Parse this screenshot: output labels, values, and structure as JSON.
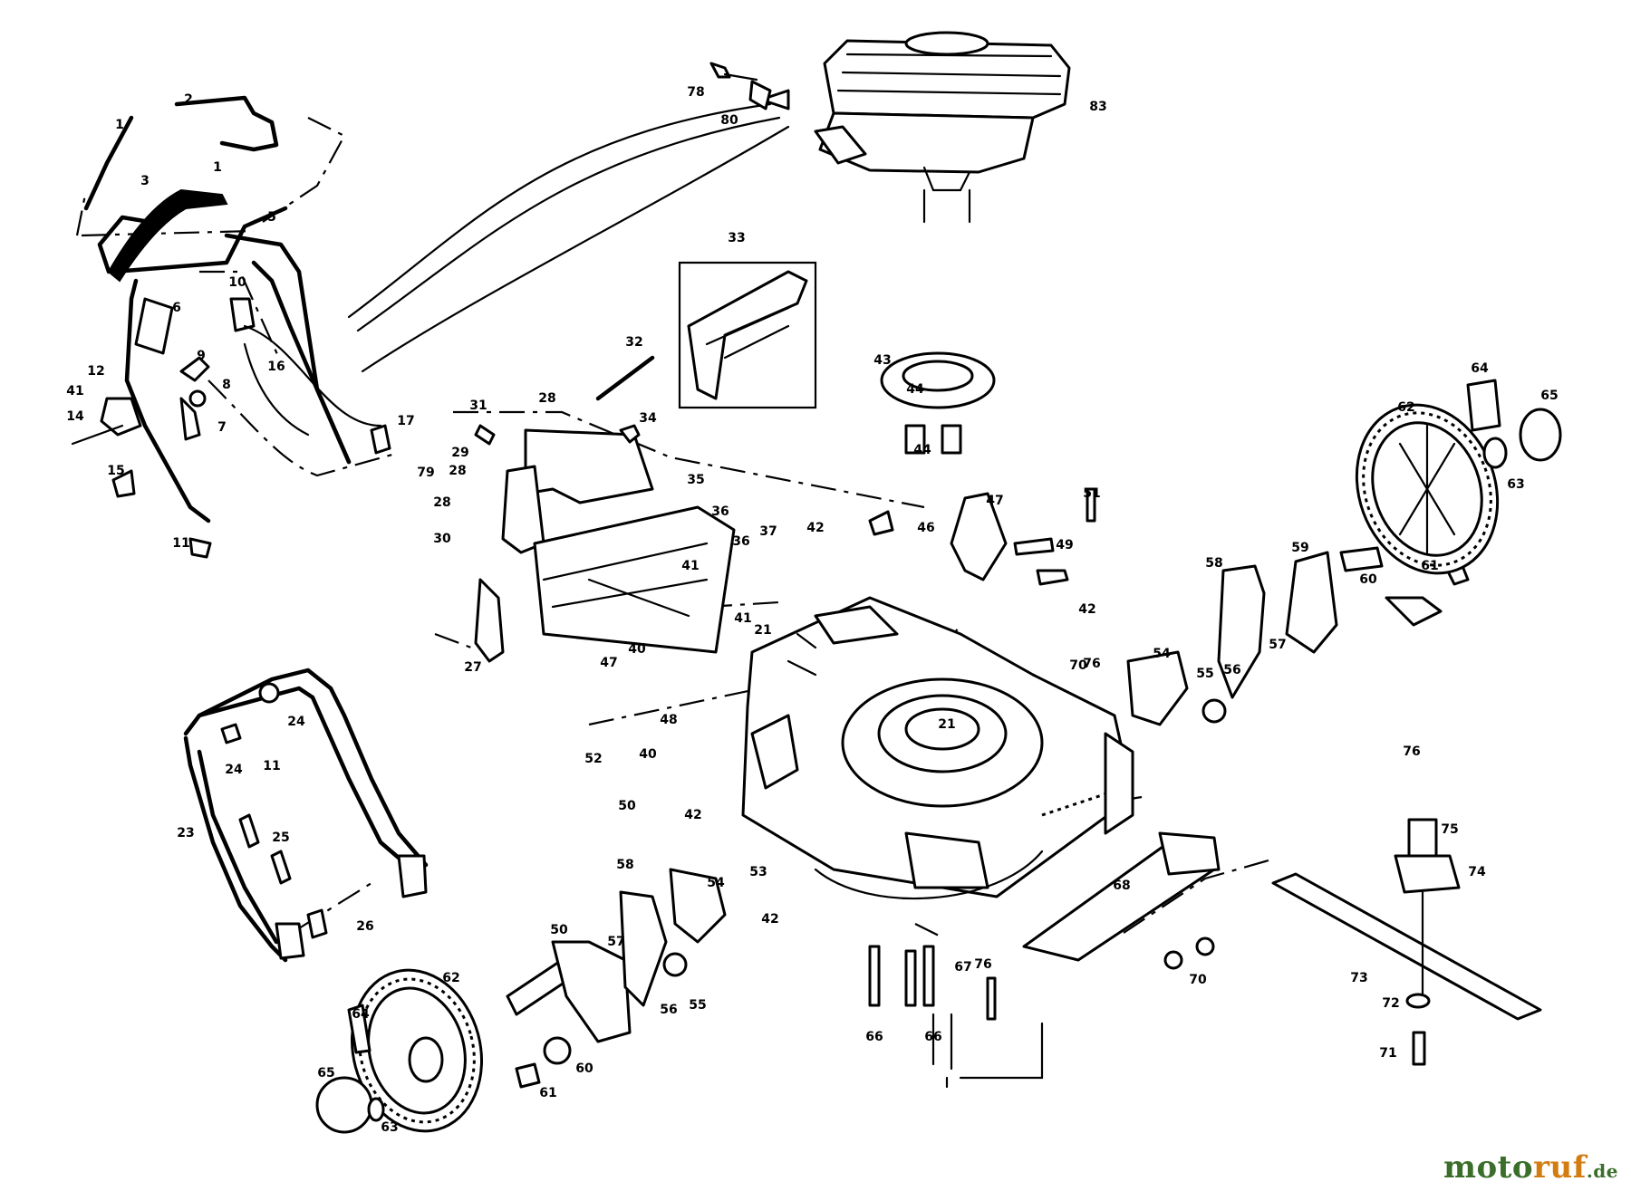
{
  "watermark": {
    "main": "moto",
    "middle": "ruf",
    "suffix": ".de"
  },
  "callouts": {
    "p1a": "1",
    "p2": "2",
    "p3": "3",
    "p1b": "1",
    "p5": "5",
    "p6": "6",
    "p10": "10",
    "p9": "9",
    "p8": "8",
    "p16": "16",
    "p41a": "41",
    "p12": "12",
    "p14": "14",
    "p7": "7",
    "p15": "15",
    "p11a": "11",
    "p17": "17",
    "p31": "31",
    "p28a": "28",
    "p34": "34",
    "p29": "29",
    "p28b": "28",
    "p79": "79",
    "p28c": "28",
    "p30a": "30",
    "p35": "35",
    "p36a": "36",
    "p33": "33",
    "p32": "32",
    "p36b": "36",
    "p41b": "41",
    "p37": "37",
    "p27": "27",
    "p43": "43",
    "p44a": "44",
    "p44b": "44",
    "p46": "46",
    "p47a": "47",
    "p49": "49",
    "p51": "51",
    "p42a": "42",
    "p42b": "42",
    "p41c": "41",
    "p21a": "21",
    "p47b": "47",
    "p40a": "40",
    "p52": "52",
    "p48": "48",
    "p40b": "40",
    "p50a": "50",
    "p42c": "42",
    "p53": "53",
    "p42d": "42",
    "p78": "78",
    "p80": "80",
    "p83": "83",
    "p21b": "21",
    "p76": "76",
    "p54a": "54",
    "p55": "55",
    "p56": "56",
    "p57a": "57",
    "p58a": "58",
    "p59": "59",
    "p62a": "62",
    "p64a": "64",
    "p65": "65",
    "p63a": "63",
    "p60a": "60",
    "p61a": "61",
    "p70": "70",
    "p76b": "76",
    "p75": "75",
    "p74": "74",
    "p73": "73",
    "p72": "72",
    "p71": "71",
    "p24a": "24",
    "p24b": "24",
    "p11b": "11",
    "p23": "23",
    "p25": "25",
    "p26": "26",
    "p58b": "58",
    "p54b": "54",
    "p57b": "57",
    "p50b": "50",
    "p56b": "56",
    "p55b": "55",
    "p62b": "62",
    "p64b": "64",
    "p65b": "65",
    "p63b": "63",
    "p61b": "61",
    "p60b": "60",
    "p66a": "66",
    "p66b": "66",
    "p67": "67",
    "p68": "68",
    "p70b": "70",
    "p76c": "76"
  }
}
